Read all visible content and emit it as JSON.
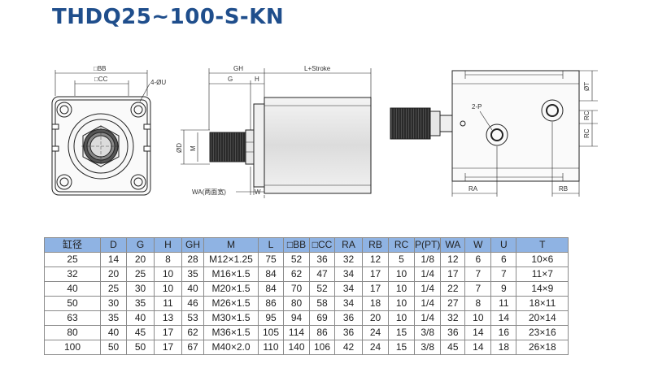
{
  "title": "THDQ25~100-S-KN",
  "front_view": {
    "label_bb": "□BB",
    "label_cc": "□CC",
    "label_u": "4-ØU"
  },
  "side_view": {
    "label_gh": "GH",
    "label_g": "G",
    "label_h": "H",
    "label_stroke": "L+Stroke",
    "label_d": "ØD",
    "label_m": "M",
    "label_wa": "WA(两面宽)",
    "label_w": "W"
  },
  "top_view": {
    "label_port": "2-P",
    "label_t": "ØT",
    "label_rc1": "RC",
    "label_rc2": "RC",
    "label_ra": "RA",
    "label_rb": "RB"
  },
  "table": {
    "headers": [
      "缸径",
      "D",
      "G",
      "H",
      "GH",
      "M",
      "L",
      "□BB",
      "□CC",
      "RA",
      "RB",
      "RC",
      "P(PT)",
      "WA",
      "W",
      "U",
      "T"
    ],
    "rows": [
      [
        "25",
        "14",
        "20",
        "8",
        "28",
        "M12×1.25",
        "75",
        "52",
        "36",
        "32",
        "12",
        "5",
        "1/8",
        "12",
        "6",
        "6",
        "10×6"
      ],
      [
        "32",
        "20",
        "25",
        "10",
        "35",
        "M16×1.5",
        "84",
        "62",
        "47",
        "34",
        "17",
        "10",
        "1/4",
        "17",
        "7",
        "7",
        "11×7"
      ],
      [
        "40",
        "25",
        "30",
        "10",
        "40",
        "M20×1.5",
        "84",
        "70",
        "52",
        "34",
        "17",
        "10",
        "1/4",
        "22",
        "7",
        "9",
        "14×9"
      ],
      [
        "50",
        "30",
        "35",
        "11",
        "46",
        "M26×1.5",
        "86",
        "80",
        "58",
        "34",
        "18",
        "10",
        "1/4",
        "27",
        "8",
        "11",
        "18×11"
      ],
      [
        "63",
        "35",
        "40",
        "13",
        "53",
        "M30×1.5",
        "95",
        "94",
        "69",
        "36",
        "20",
        "10",
        "1/4",
        "32",
        "10",
        "14",
        "20×14"
      ],
      [
        "80",
        "40",
        "45",
        "17",
        "62",
        "M36×1.5",
        "105",
        "114",
        "86",
        "36",
        "24",
        "15",
        "3/8",
        "36",
        "14",
        "16",
        "23×16"
      ],
      [
        "100",
        "50",
        "50",
        "17",
        "67",
        "M40×2.0",
        "110",
        "140",
        "106",
        "42",
        "24",
        "15",
        "3/8",
        "45",
        "14",
        "18",
        "26×18"
      ]
    ]
  }
}
